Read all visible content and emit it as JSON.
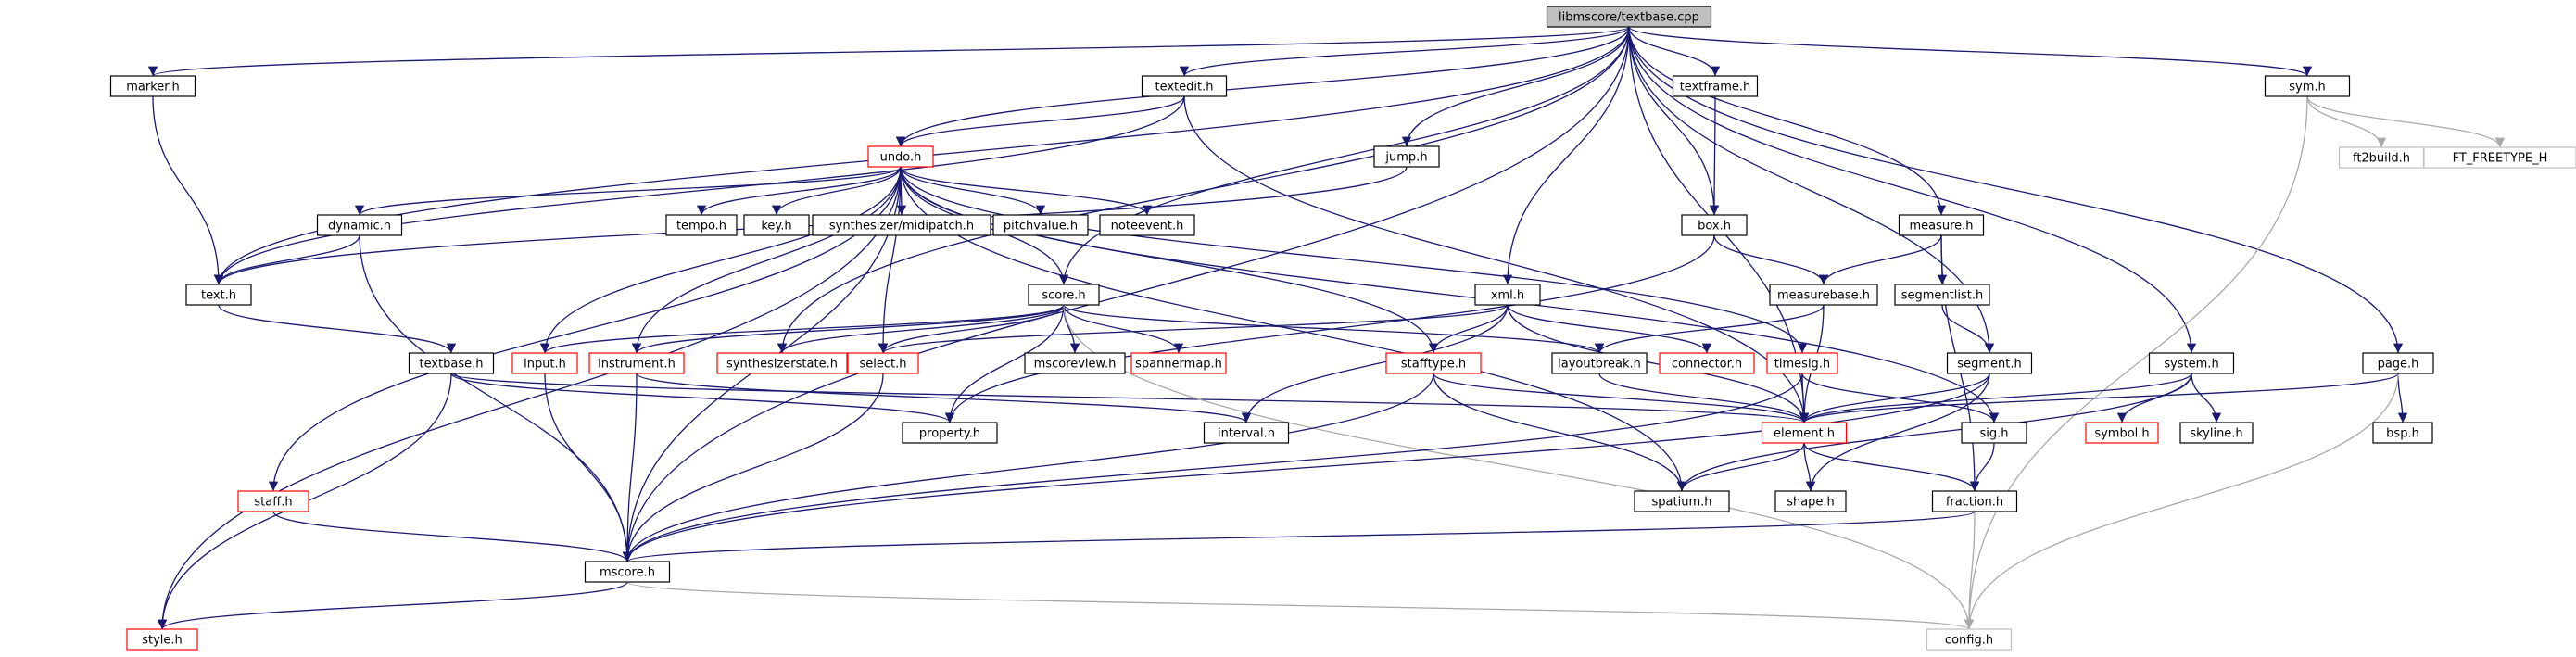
{
  "colors": {
    "root_fill": "#bfbfbf",
    "normal_border": "#000000",
    "truncated_border": "#ff0000",
    "external_border": "#bfbfbf",
    "edge": "#191970",
    "external_edge": "#a9a9a9",
    "external_text": "#999999"
  },
  "nodes": [
    {
      "id": "root",
      "label": "libmscore/textbase.cpp",
      "kind": "root"
    },
    {
      "id": "marker",
      "label": "marker.h",
      "kind": "normal"
    },
    {
      "id": "textedit",
      "label": "textedit.h",
      "kind": "normal"
    },
    {
      "id": "textframe",
      "label": "textframe.h",
      "kind": "normal"
    },
    {
      "id": "sym",
      "label": "sym.h",
      "kind": "normal"
    },
    {
      "id": "ft2build",
      "label": "ft2build.h",
      "kind": "external"
    },
    {
      "id": "ftfreetype",
      "label": "FT_FREETYPE_H",
      "kind": "external"
    },
    {
      "id": "undo",
      "label": "undo.h",
      "kind": "truncated"
    },
    {
      "id": "jump",
      "label": "jump.h",
      "kind": "normal"
    },
    {
      "id": "dynamic",
      "label": "dynamic.h",
      "kind": "normal"
    },
    {
      "id": "tempo",
      "label": "tempo.h",
      "kind": "normal"
    },
    {
      "id": "key",
      "label": "key.h",
      "kind": "normal"
    },
    {
      "id": "midipatch",
      "label": "synthesizer/midipatch.h",
      "kind": "normal"
    },
    {
      "id": "pitchvalue",
      "label": "pitchvalue.h",
      "kind": "normal"
    },
    {
      "id": "noteevent",
      "label": "noteevent.h",
      "kind": "normal"
    },
    {
      "id": "box",
      "label": "box.h",
      "kind": "normal"
    },
    {
      "id": "measure",
      "label": "measure.h",
      "kind": "normal"
    },
    {
      "id": "text",
      "label": "text.h",
      "kind": "normal"
    },
    {
      "id": "score",
      "label": "score.h",
      "kind": "normal"
    },
    {
      "id": "xml",
      "label": "xml.h",
      "kind": "normal"
    },
    {
      "id": "measurebase",
      "label": "measurebase.h",
      "kind": "normal"
    },
    {
      "id": "segmentlist",
      "label": "segmentlist.h",
      "kind": "normal"
    },
    {
      "id": "textbaseh",
      "label": "textbase.h",
      "kind": "normal"
    },
    {
      "id": "input",
      "label": "input.h",
      "kind": "truncated"
    },
    {
      "id": "instrument",
      "label": "instrument.h",
      "kind": "truncated"
    },
    {
      "id": "synthstate",
      "label": "synthesizerstate.h",
      "kind": "truncated"
    },
    {
      "id": "select",
      "label": "select.h",
      "kind": "truncated"
    },
    {
      "id": "mscoreview",
      "label": "mscoreview.h",
      "kind": "normal"
    },
    {
      "id": "spannermap",
      "label": "spannermap.h",
      "kind": "truncated"
    },
    {
      "id": "stafftype",
      "label": "stafftype.h",
      "kind": "truncated"
    },
    {
      "id": "layoutbreak",
      "label": "layoutbreak.h",
      "kind": "normal"
    },
    {
      "id": "connector",
      "label": "connector.h",
      "kind": "truncated"
    },
    {
      "id": "timesig",
      "label": "timesig.h",
      "kind": "truncated"
    },
    {
      "id": "segment",
      "label": "segment.h",
      "kind": "normal"
    },
    {
      "id": "system",
      "label": "system.h",
      "kind": "normal"
    },
    {
      "id": "page",
      "label": "page.h",
      "kind": "normal"
    },
    {
      "id": "property",
      "label": "property.h",
      "kind": "normal"
    },
    {
      "id": "interval",
      "label": "interval.h",
      "kind": "normal"
    },
    {
      "id": "element",
      "label": "element.h",
      "kind": "truncated"
    },
    {
      "id": "sig",
      "label": "sig.h",
      "kind": "normal"
    },
    {
      "id": "symbol",
      "label": "symbol.h",
      "kind": "truncated"
    },
    {
      "id": "skyline",
      "label": "skyline.h",
      "kind": "normal"
    },
    {
      "id": "bsp",
      "label": "bsp.h",
      "kind": "normal"
    },
    {
      "id": "staff",
      "label": "staff.h",
      "kind": "truncated"
    },
    {
      "id": "spatium",
      "label": "spatium.h",
      "kind": "normal"
    },
    {
      "id": "shape",
      "label": "shape.h",
      "kind": "normal"
    },
    {
      "id": "fraction",
      "label": "fraction.h",
      "kind": "normal"
    },
    {
      "id": "mscore",
      "label": "mscore.h",
      "kind": "normal"
    },
    {
      "id": "style",
      "label": "style.h",
      "kind": "truncated"
    },
    {
      "id": "config",
      "label": "config.h",
      "kind": "external"
    }
  ],
  "edges": [
    [
      "root",
      "marker"
    ],
    [
      "root",
      "textedit"
    ],
    [
      "root",
      "textframe"
    ],
    [
      "root",
      "sym"
    ],
    [
      "root",
      "undo"
    ],
    [
      "root",
      "jump"
    ],
    [
      "root",
      "box"
    ],
    [
      "root",
      "measure"
    ],
    [
      "root",
      "text"
    ],
    [
      "root",
      "xml"
    ],
    [
      "root",
      "segment"
    ],
    [
      "root",
      "system"
    ],
    [
      "root",
      "page"
    ],
    [
      "root",
      "mscore"
    ],
    [
      "root",
      "element"
    ],
    [
      "root",
      "synthstate"
    ],
    [
      "root",
      "score"
    ],
    [
      "marker",
      "text"
    ],
    [
      "textedit",
      "undo"
    ],
    [
      "textedit",
      "text"
    ],
    [
      "textedit",
      "element"
    ],
    [
      "textframe",
      "box"
    ],
    [
      "sym",
      "ft2build"
    ],
    [
      "sym",
      "ftfreetype"
    ],
    [
      "sym",
      "config"
    ],
    [
      "undo",
      "dynamic"
    ],
    [
      "undo",
      "tempo"
    ],
    [
      "undo",
      "key"
    ],
    [
      "undo",
      "midipatch"
    ],
    [
      "undo",
      "pitchvalue"
    ],
    [
      "undo",
      "noteevent"
    ],
    [
      "undo",
      "score"
    ],
    [
      "undo",
      "input"
    ],
    [
      "undo",
      "instrument"
    ],
    [
      "undo",
      "select"
    ],
    [
      "undo",
      "stafftype"
    ],
    [
      "undo",
      "timesig"
    ],
    [
      "undo",
      "staff"
    ],
    [
      "undo",
      "style"
    ],
    [
      "undo",
      "mscore"
    ],
    [
      "undo",
      "sig"
    ],
    [
      "undo",
      "spatium"
    ],
    [
      "jump",
      "text"
    ],
    [
      "dynamic",
      "text"
    ],
    [
      "dynamic",
      "mscore"
    ],
    [
      "box",
      "measurebase"
    ],
    [
      "box",
      "property"
    ],
    [
      "measure",
      "measurebase"
    ],
    [
      "measure",
      "segmentlist"
    ],
    [
      "measure",
      "fraction"
    ],
    [
      "text",
      "textbaseh"
    ],
    [
      "textbaseh",
      "element"
    ],
    [
      "textbaseh",
      "property"
    ],
    [
      "textbaseh",
      "style"
    ],
    [
      "score",
      "input"
    ],
    [
      "score",
      "instrument"
    ],
    [
      "score",
      "synthstate"
    ],
    [
      "score",
      "select"
    ],
    [
      "score",
      "mscoreview"
    ],
    [
      "score",
      "spannermap"
    ],
    [
      "score",
      "layoutbreak"
    ],
    [
      "score",
      "property"
    ],
    [
      "score",
      "config"
    ],
    [
      "xml",
      "select"
    ],
    [
      "xml",
      "stafftype"
    ],
    [
      "xml",
      "interval"
    ],
    [
      "xml",
      "connector"
    ],
    [
      "xml",
      "element"
    ],
    [
      "measurebase",
      "layoutbreak"
    ],
    [
      "measurebase",
      "element"
    ],
    [
      "segmentlist",
      "segment"
    ],
    [
      "segment",
      "element"
    ],
    [
      "segment",
      "shape"
    ],
    [
      "segment",
      "mscore"
    ],
    [
      "system",
      "element"
    ],
    [
      "system",
      "symbol"
    ],
    [
      "system",
      "skyline"
    ],
    [
      "system",
      "spatium"
    ],
    [
      "page",
      "element"
    ],
    [
      "page",
      "bsp"
    ],
    [
      "page",
      "config"
    ],
    [
      "input",
      "mscore"
    ],
    [
      "instrument",
      "mscore"
    ],
    [
      "instrument",
      "interval"
    ],
    [
      "select",
      "mscore"
    ],
    [
      "stafftype",
      "element"
    ],
    [
      "stafftype",
      "mscore"
    ],
    [
      "stafftype",
      "spatium"
    ],
    [
      "layoutbreak",
      "element"
    ],
    [
      "timesig",
      "element"
    ],
    [
      "timesig",
      "sig"
    ],
    [
      "timesig",
      "mscore"
    ],
    [
      "element",
      "spatium"
    ],
    [
      "element",
      "shape"
    ],
    [
      "element",
      "fraction"
    ],
    [
      "sig",
      "fraction"
    ],
    [
      "staff",
      "mscore"
    ],
    [
      "fraction",
      "mscore"
    ],
    [
      "fraction",
      "config"
    ],
    [
      "mscore",
      "style"
    ],
    [
      "mscore",
      "config"
    ]
  ]
}
